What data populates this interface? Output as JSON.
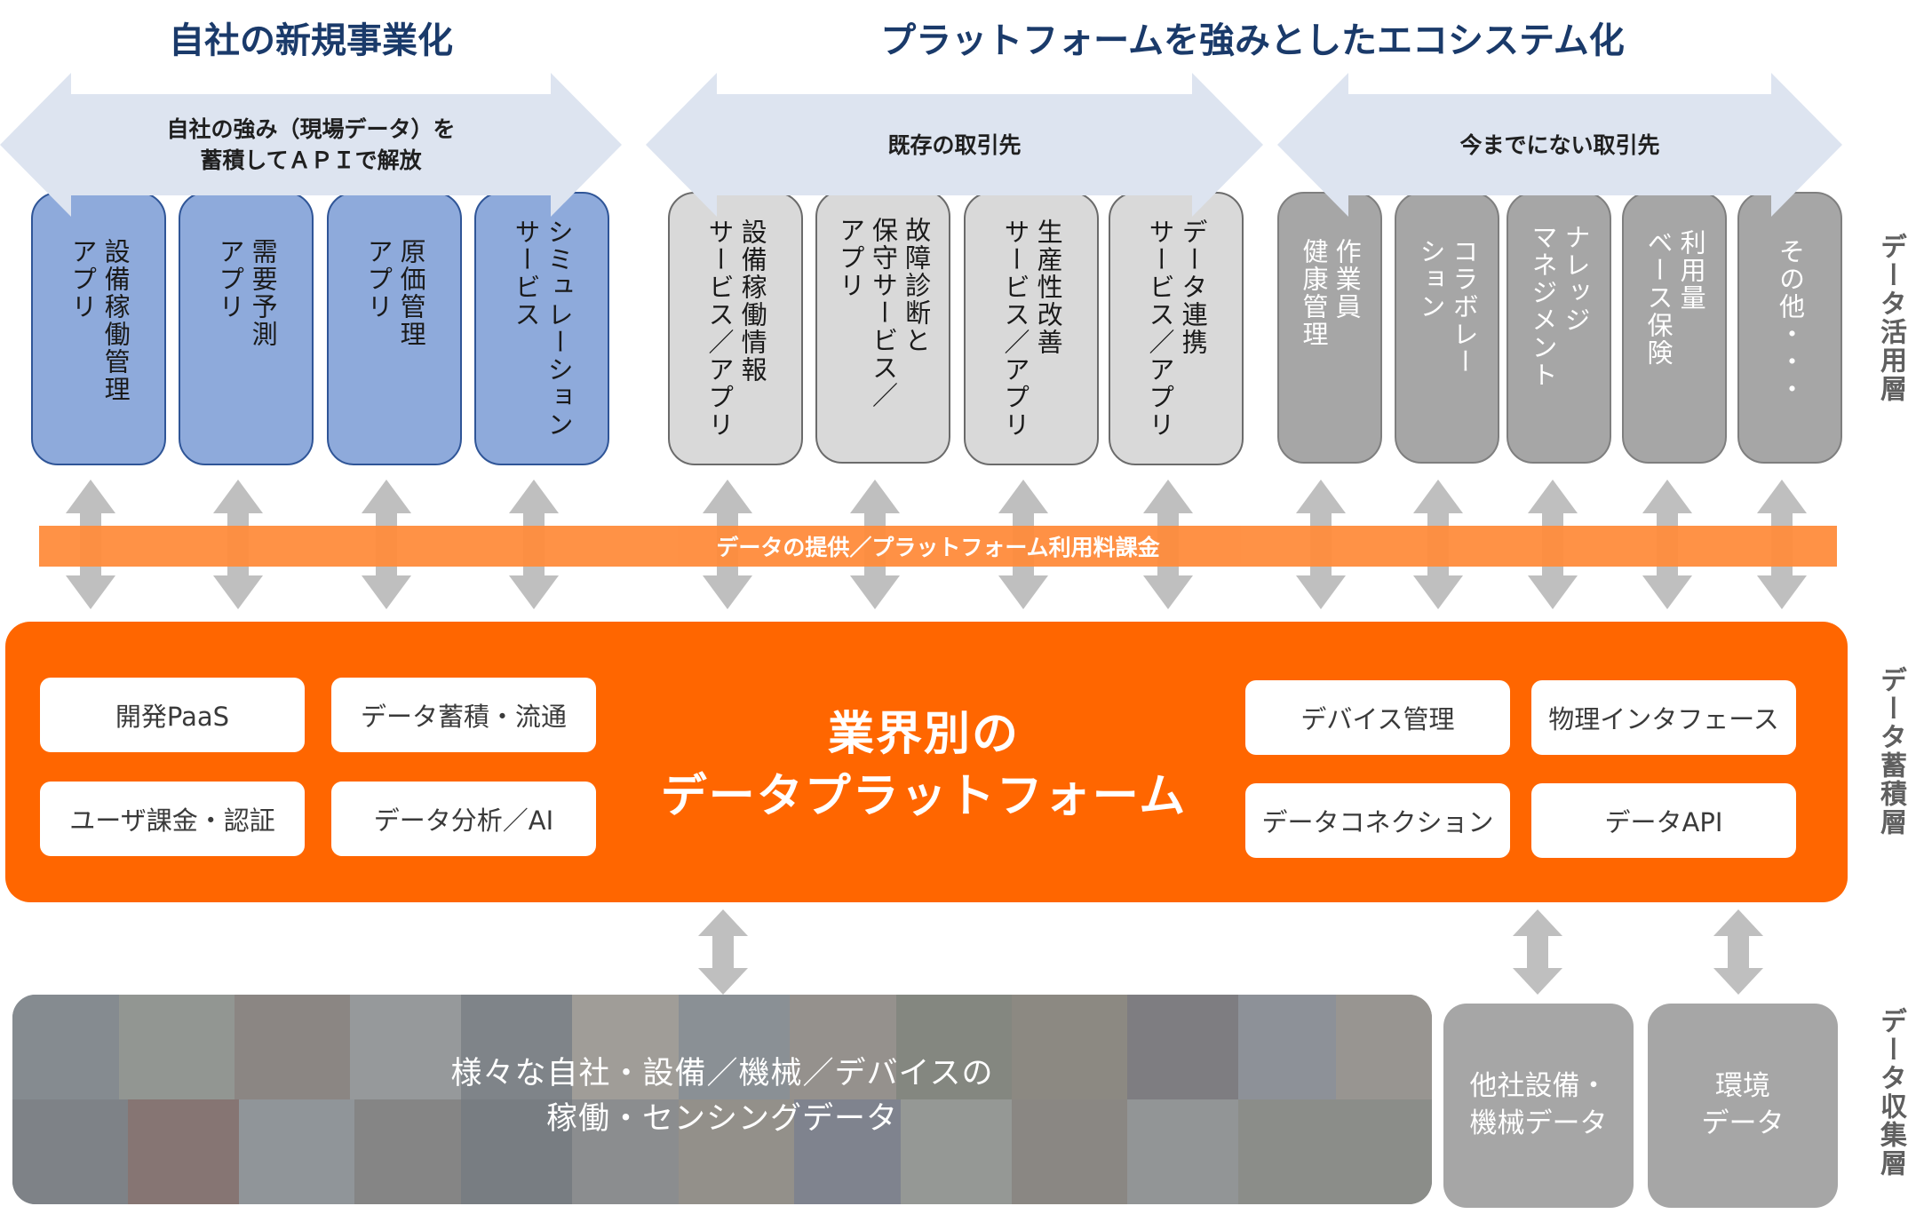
{
  "headings": {
    "left": "自社の新規事業化",
    "right": "プラットフォームを強みとしたエコシステム化"
  },
  "banners": {
    "own": "自社の強み（現場データ）を\n蓄積してＡＰＩで解放",
    "existing": "既存の取引先",
    "new": "今までにない取引先"
  },
  "apps": {
    "own": [
      "設備稼働管理\nアプリ",
      "需要予測\nアプリ",
      "原価管理\nアプリ",
      "シミュレーション\nサービス"
    ],
    "existing": [
      "設備稼働情報\nサービス／アプリ",
      "故障診断と\n保守サービス／\nアプリ",
      "生産性改善\nサービス／アプリ",
      "データ連携\nサービス／アプリ"
    ],
    "new": [
      "作業員\n健康管理",
      "コラボレー\nション",
      "ナレッジ\nマネジメント",
      "利用量\nベース保険",
      "その他・・・"
    ]
  },
  "layers": {
    "usage": "データ活用層",
    "storage": "データ蓄積層",
    "collection": "データ収集層"
  },
  "band": "データの提供／プラットフォーム利用料課金",
  "platform": {
    "title": "業界別の\nデータプラットフォーム",
    "modules_left": [
      "開発PaaS",
      "データ蓄積・流通",
      "ユーザ課金・認証",
      "データ分析／AI"
    ],
    "modules_right": [
      "デバイス管理",
      "物理インタフェース",
      "データコネクション",
      "データAPI"
    ]
  },
  "collection": {
    "own_data": "様々な自社・設備／機械／デバイスの\n稼働・センシングデータ",
    "other_equipment": "他社設備・\n機械データ",
    "environment": "環境\nデータ"
  },
  "colors": {
    "heading": "#1a3a6a",
    "banner_fill": "#dde4f0",
    "own_card": "#8eaadb",
    "existing_card": "#d9d9d9",
    "new_card": "#a6a6a6",
    "band": "#ff8c3c",
    "platform": "#ff6600",
    "arrow": "#bfbfbf"
  }
}
